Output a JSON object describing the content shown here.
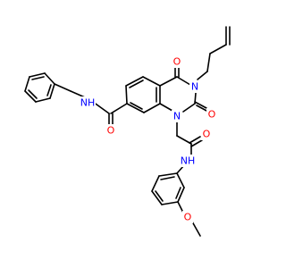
{
  "molecule": {
    "colors": {
      "bond": "#000000",
      "oxygen": "#ff0000",
      "nitrogen": "#0000ff",
      "background": "#ffffff"
    },
    "labels": {
      "nh_amide_left": "NH",
      "o_amide_left": "O",
      "o_ring_top": "O",
      "n_ring_allyl": "N",
      "o_ring_right": "O",
      "n_ring_bottom": "N",
      "o_amide_right": "O",
      "nh_amide_right": "NH",
      "o_methoxy": "O"
    }
  }
}
